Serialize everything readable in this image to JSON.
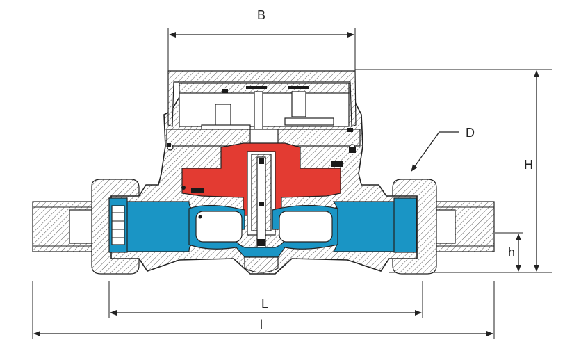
{
  "labels": {
    "B": "B",
    "D": "D",
    "H": "H",
    "h": "h",
    "L": "L",
    "l": "l"
  },
  "colors": {
    "water_passage": "#1a95c5",
    "measuring_chamber": "#e33b32",
    "line": "#222222",
    "background": "#ffffff"
  },
  "icons": {
    "arrowhead": "dimension-arrow-icon"
  }
}
